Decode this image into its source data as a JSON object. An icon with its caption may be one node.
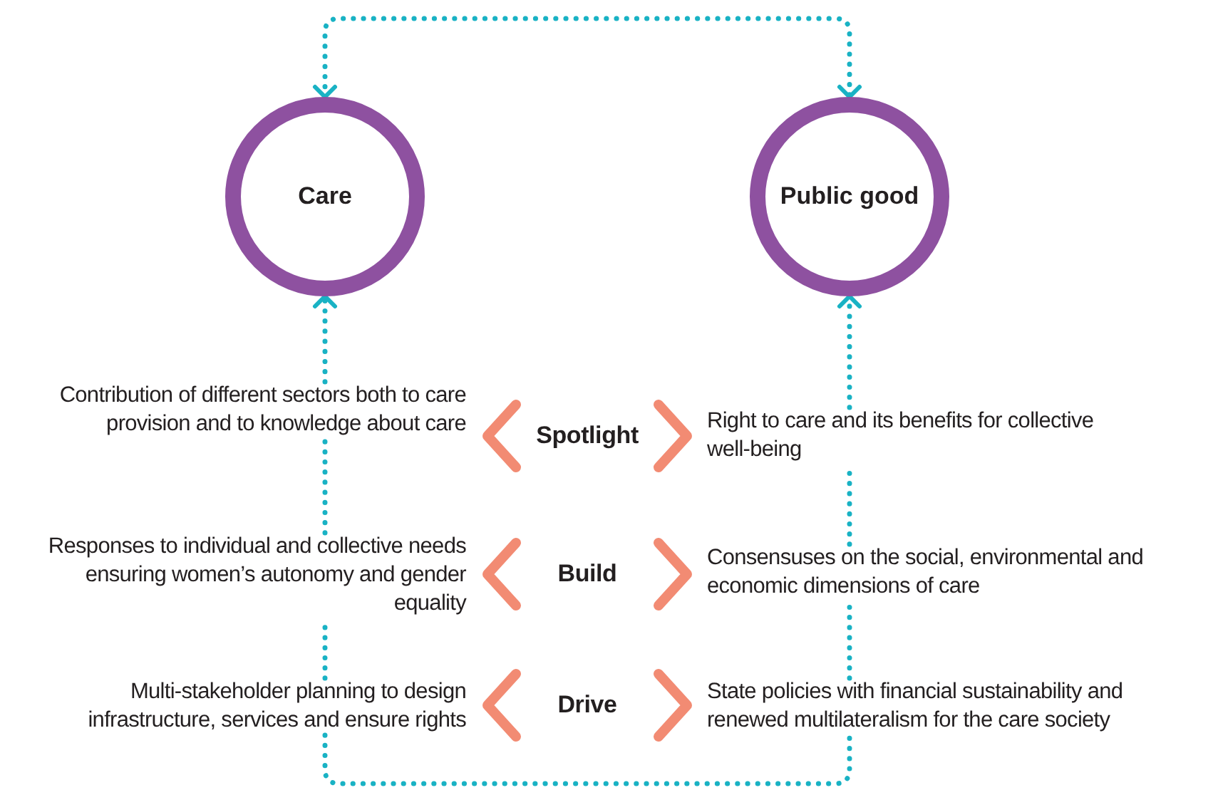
{
  "diagram": {
    "nodes": [
      {
        "text": [
          "Care"
        ]
      },
      {
        "text": [
          "Public good"
        ]
      },
      {
        "text": [
          "Contribution of different sectors both to care provision and to knowledge about care"
        ]
      },
      {
        "text": [
          "Spotlight"
        ]
      },
      {
        "text": [
          "Right to care and its benefits for collective well-being"
        ]
      },
      {
        "text": [
          "Responses to individual and collective needs ensuring women’s autonomy and gender equality"
        ]
      },
      {
        "text": [
          "Build"
        ]
      },
      {
        "text": [
          "Consensuses on the social, environmental and economic dimensions of care"
        ]
      },
      {
        "text": [
          "Multi-stakeholder planning to design infrastructure, services and ensure rights"
        ]
      },
      {
        "text": [
          "Drive"
        ]
      },
      {
        "text": [
          "State policies with financial sustainability and renewed multilateralism for the care society"
        ]
      }
    ],
    "edges": [
      {
        "from": 0,
        "to": 1,
        "arrow": "both",
        "style": "dashed"
      },
      {
        "from": 2,
        "to": 0,
        "arrow": "to",
        "style": "dashed"
      },
      {
        "from": 5,
        "to": 2,
        "arrow": "none",
        "style": "dashed"
      },
      {
        "from": 8,
        "to": 5,
        "arrow": "none",
        "style": "dashed"
      },
      {
        "from": 4,
        "to": 1,
        "arrow": "to",
        "style": "dashed"
      },
      {
        "from": 7,
        "to": 4,
        "arrow": "none",
        "style": "dashed"
      },
      {
        "from": 10,
        "to": 7,
        "arrow": "none",
        "style": "dashed"
      },
      {
        "from": 8,
        "to": 10,
        "arrow": "none",
        "style": "dashed"
      },
      {
        "from": 3,
        "to": 2,
        "arrow": "to",
        "style": "thick",
        "color": "#f28b73"
      },
      {
        "from": 3,
        "to": 4,
        "arrow": "to",
        "style": "thick",
        "color": "#f28b73"
      },
      {
        "from": 6,
        "to": 5,
        "arrow": "to",
        "style": "thick",
        "color": "#f28b73"
      },
      {
        "from": 6,
        "to": 7,
        "arrow": "to",
        "style": "thick",
        "color": "#f28b73"
      },
      {
        "from": 9,
        "to": 8,
        "arrow": "to",
        "style": "thick",
        "color": "#f28b73"
      },
      {
        "from": 9,
        "to": 10,
        "arrow": "to",
        "style": "thick",
        "color": "#f28b73"
      }
    ]
  }
}
